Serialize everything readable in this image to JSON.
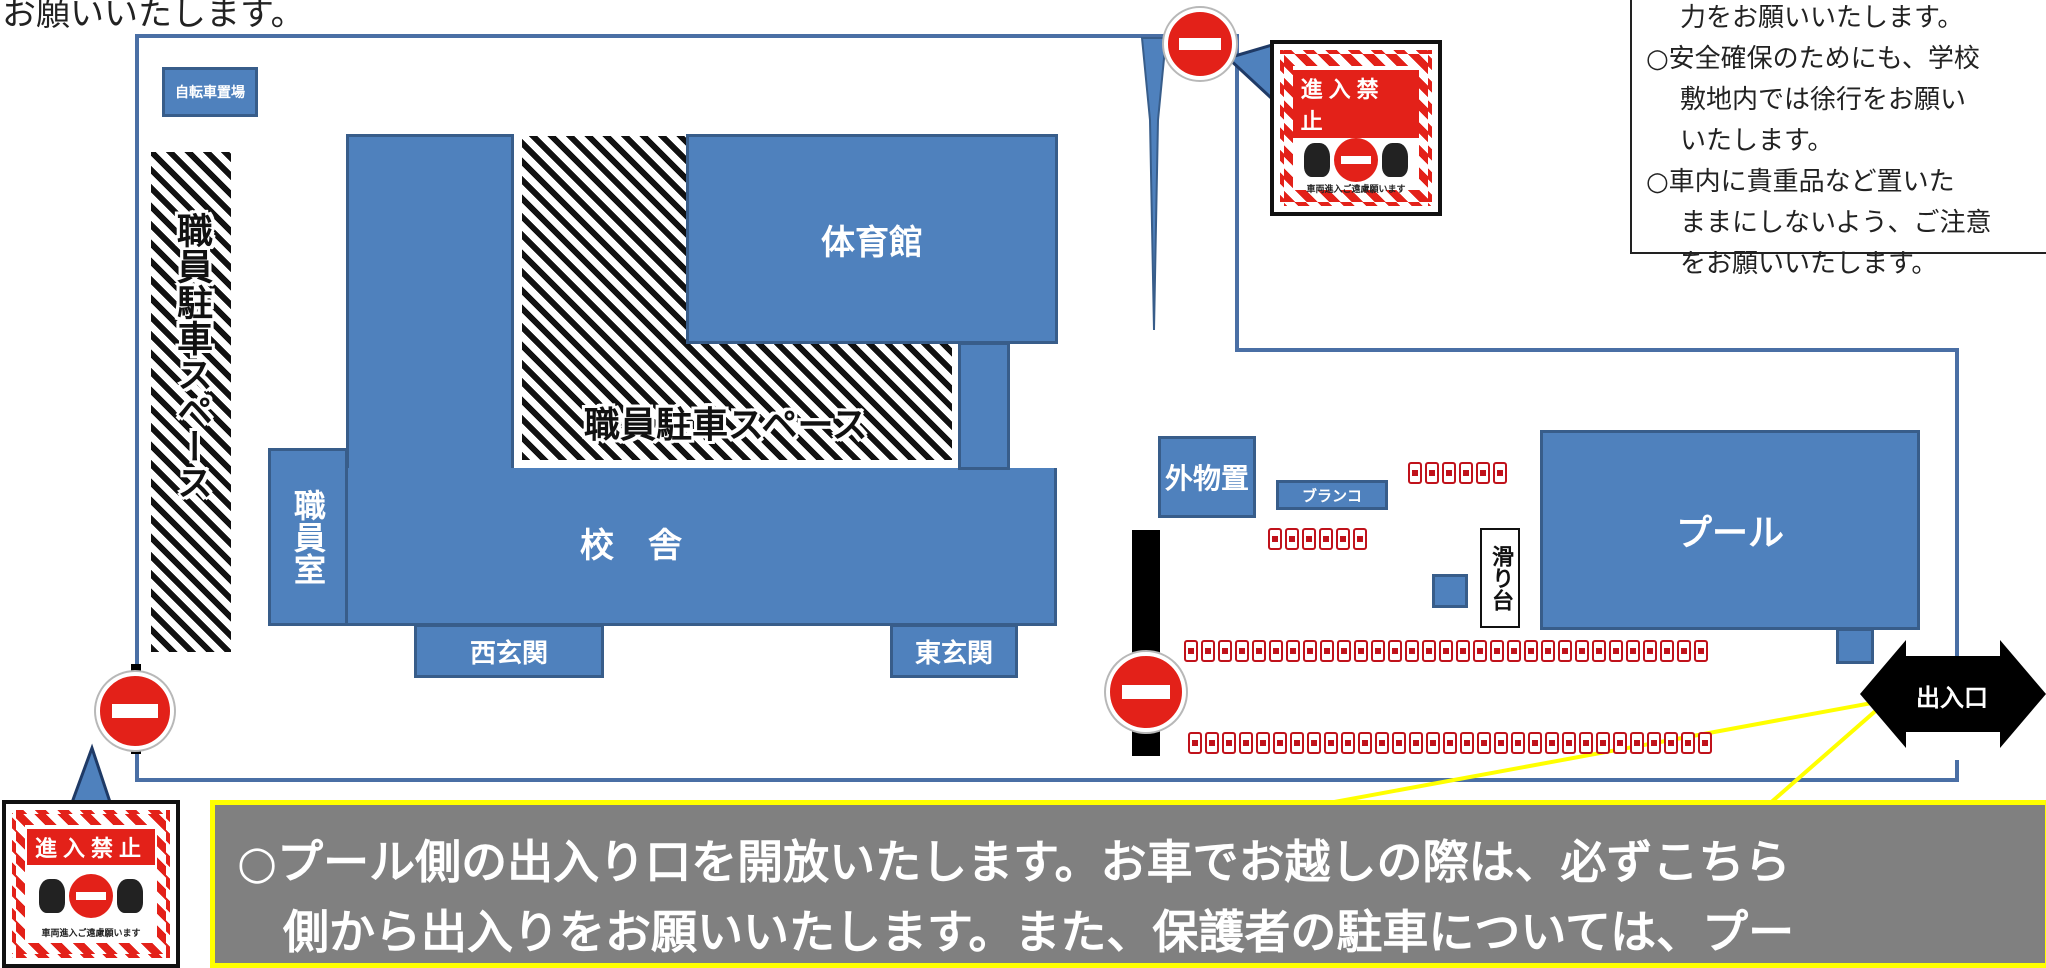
{
  "top_text": "お願いいたします。",
  "buildings": {
    "bicycle": "自転車置場",
    "gym": "体育館",
    "school": "校　舎",
    "staff_room": "職員室",
    "west_entrance": "西玄関",
    "east_entrance": "東玄関",
    "storage": "外物置",
    "swing": "ブランコ",
    "slide": "滑り台",
    "pool": "プール"
  },
  "parking": {
    "left_vertical": "職員駐車スペース",
    "center": "職員駐車スペース"
  },
  "exit_label": "出入口",
  "no_entry_sign": {
    "title": "進入禁止",
    "small": "車両進入ご遠慮願います"
  },
  "info_box": [
    "力をお願いいたします。",
    "○安全確保のためにも、学校",
    "敷地内では徐行をお願い",
    "いたします。",
    "○車内に貴重品など置いた",
    "ままにしないよう、ご注意",
    "をお願いいたします。"
  ],
  "bottom_notice": [
    "○プール側の出入り口を開放いたします。お車でお越しの際は、必ずこちら",
    "側から出入りをお願いいたします。また、保護者の駐車については、プー"
  ],
  "colors": {
    "building": "#4f81bd",
    "building_border": "#385d8a",
    "stop_red": "#e32119",
    "car_red": "#c0121b",
    "notice_bg": "#808080",
    "notice_border": "#ffff00"
  }
}
